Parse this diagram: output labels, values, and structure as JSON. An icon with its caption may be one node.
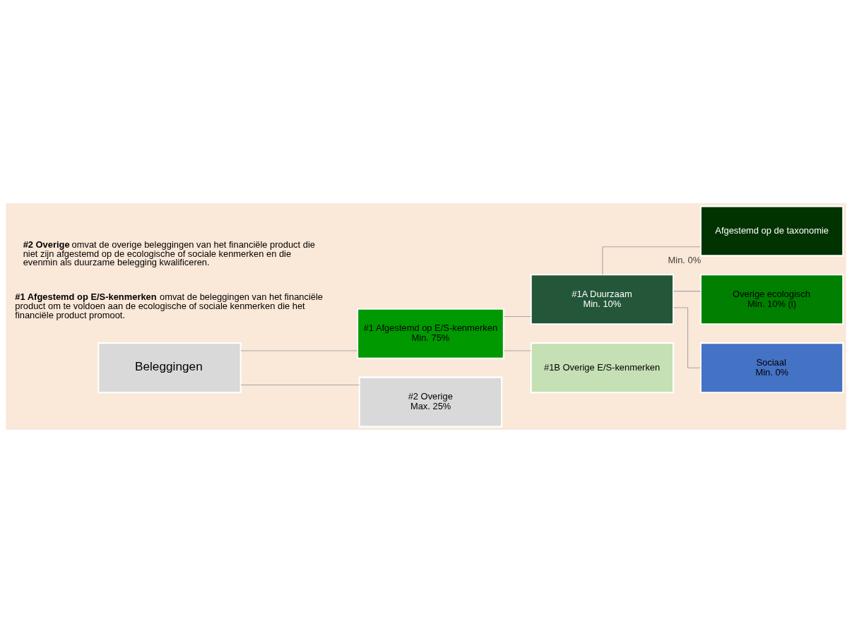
{
  "diagram": {
    "nodes": [
      {
        "text": [
          "Beleggingen"
        ]
      },
      {
        "text": [
          "#1 Afgestemd op E/S-kenmerken",
          "Min. 75%"
        ]
      },
      {
        "text": [
          "#2 Overige",
          "Max. 25%"
        ]
      },
      {
        "text": [
          "#1A Duurzaam",
          "Min. 10%"
        ]
      },
      {
        "text": [
          "#1B Overige E/S-kenmerken"
        ]
      },
      {
        "text": [
          "Afgestemd op de taxonomie"
        ],
        "beside": [
          "Min. 0%"
        ]
      },
      {
        "text": [
          "Overige ecologisch",
          "Min. 10% (i)"
        ]
      },
      {
        "text": [
          "Sociaal",
          "Min. 0%"
        ]
      }
    ],
    "edges": [
      {
        "from": 0,
        "to": 1,
        "arrow": "none"
      },
      {
        "from": 0,
        "to": 2,
        "arrow": "none"
      },
      {
        "from": 1,
        "to": 3,
        "arrow": "none"
      },
      {
        "from": 1,
        "to": 4,
        "arrow": "none"
      },
      {
        "from": 3,
        "to": 5,
        "arrow": "none"
      },
      {
        "from": 3,
        "to": 6,
        "arrow": "none"
      },
      {
        "from": 3,
        "to": 7,
        "arrow": "none"
      }
    ],
    "labels": [
      "**#1 Afgestemd op E/S-kenmerken** omvat de beleggingen van het financiële product om te voldoen aan de ecologische of sociale kenmerken die het financiële product promoot.",
      "**#2 Overige** omvat de overige beleggingen van het financiële product die niet zijn afgestemd op de ecologische of sociale kenmerken en die evenmin als duurzame belegging kwalificeren."
    ]
  }
}
